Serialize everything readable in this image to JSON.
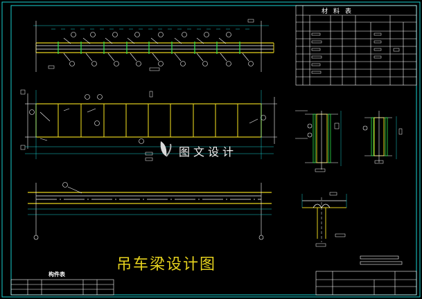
{
  "drawing": {
    "title": "吊车梁设计图",
    "watermark": "图文设计",
    "watermark_suffix": "",
    "part_table_title": "构件表",
    "material_table_title": "材料表"
  },
  "colors": {
    "background": "#000000",
    "border": "#19d2d2",
    "beam": "#e6d21e",
    "lines": "#ffffff",
    "dim": "#19d2d2",
    "green": "#2ee84a",
    "title_text": "#e6d21e"
  },
  "icons": {
    "watermark_logo": "leaf-logo-icon"
  }
}
